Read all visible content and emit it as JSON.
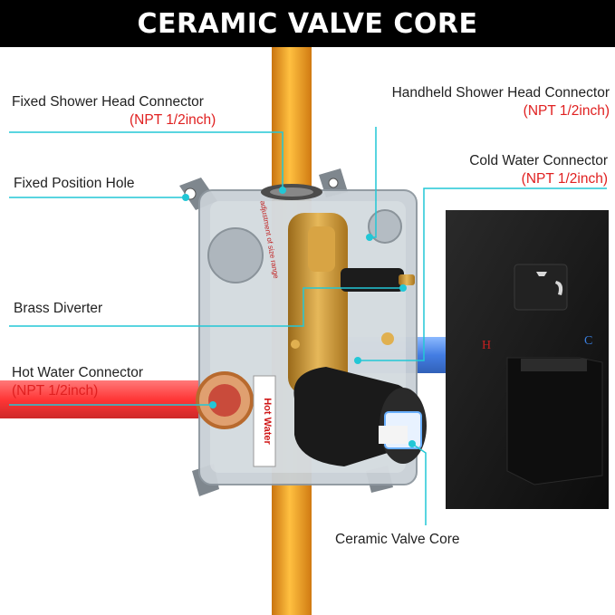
{
  "title": "CERAMIC VALVE CORE",
  "labels": {
    "fixed_head": {
      "name": "Fixed Shower Head Connector",
      "spec": "(NPT 1/2inch)"
    },
    "handheld_head": {
      "name": "Handheld Shower Head Connector",
      "spec": "(NPT 1/2inch)"
    },
    "cold_water": {
      "name": "Cold Water Connector",
      "spec": "(NPT 1/2inch)"
    },
    "fixed_hole": {
      "name": "Fixed Position Hole"
    },
    "brass_diverter": {
      "name": "Brass Diverter"
    },
    "hot_water": {
      "name": "Hot Water Connector",
      "spec": "(NPT 1/2inch)"
    },
    "ceramic_core": {
      "name": "Ceramic Valve Core"
    }
  },
  "product_marks": {
    "hot_water_sticker": "Hot Water",
    "range_sticker": "adjustment of size range",
    "trim_hot": "H",
    "trim_cold": "C"
  },
  "colors": {
    "leader_line": "#22c7d6",
    "spec_text": "#e02020",
    "hot_pipe": "#ff2a2a",
    "cold_pipe": "#3a7fe0",
    "vertical_pipe": "#f0a020",
    "trim_plate": "#161616",
    "valve_box": "#c9d0d6",
    "brass": "#c9962e"
  },
  "icons": [
    "shower-head-icon",
    "handheld-shower-icon"
  ]
}
